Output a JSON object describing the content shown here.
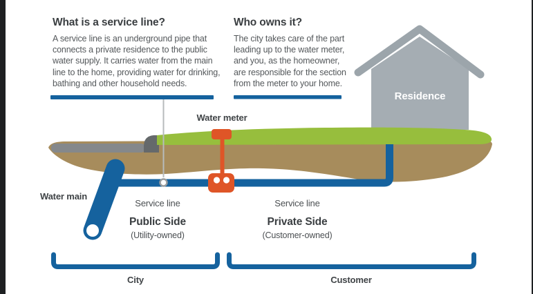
{
  "colors": {
    "pipe_blue": "#15629E",
    "grass_green": "#97BE3D",
    "soil_brown": "#A78C5C",
    "road_gray": "#85888B",
    "curb_gray": "#65696B",
    "house_gray": "#A5ADB3",
    "roof_gray": "#9CA5AB",
    "meter_orange": "#DF5527",
    "callout_gray": "#B7BBBC",
    "ring_gray": "#989C9E",
    "frame_black": "#1E2022",
    "heading_text": "#3A3E41",
    "body_text": "#54585B"
  },
  "info_left": {
    "title": "What is a service line?",
    "body": "A service line is an underground pipe that connects a private residence to the public water supply. It carries water from the main line to the home, providing water for drinking, bathing and other household needs."
  },
  "info_right": {
    "title": "Who owns it?",
    "body": "The city takes care of the part leading up to the water meter, and you, as the homeowner, are responsible for the section from the meter to your home."
  },
  "diagram": {
    "residence": "Residence",
    "water_meter": "Water meter",
    "water_main": "Water main",
    "service_line_public": "Service line",
    "service_line_private": "Service line",
    "public_side_title": "Public Side",
    "public_side_subtitle": "(Utility-owned)",
    "private_side_title": "Private Side",
    "private_side_subtitle": "(Customer-owned)",
    "city": "City",
    "customer": "Customer"
  }
}
